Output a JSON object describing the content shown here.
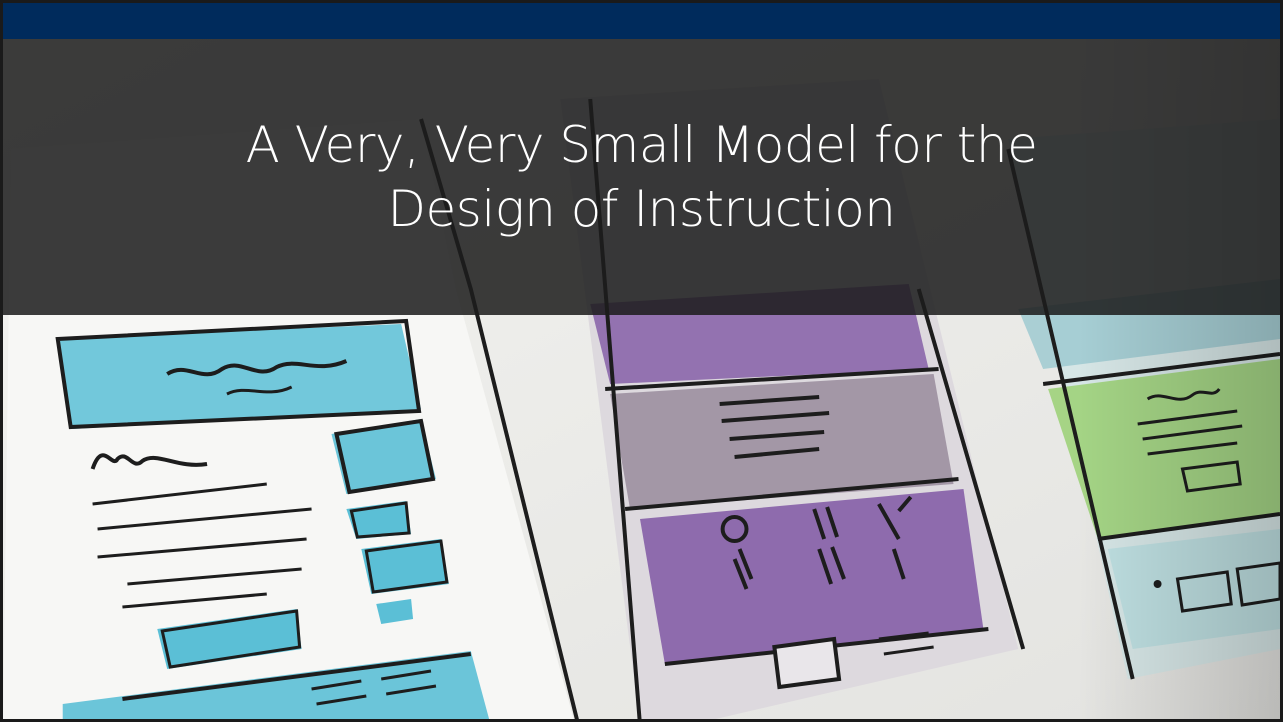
{
  "slide": {
    "title_line1": "A Very, Very Small Model for the",
    "title_line2": "Design of Instruction"
  },
  "colors": {
    "top_band": "#002b5c",
    "overlay": "#1c1c1c",
    "title_text": "#ffffff",
    "watercolor_blue": "#5bbfd6",
    "watercolor_purple": "#7a4fa0",
    "watercolor_green": "#9fd27a"
  },
  "background_image": {
    "kind": "photo",
    "subject": "watercolor-wireframe-sketches"
  }
}
